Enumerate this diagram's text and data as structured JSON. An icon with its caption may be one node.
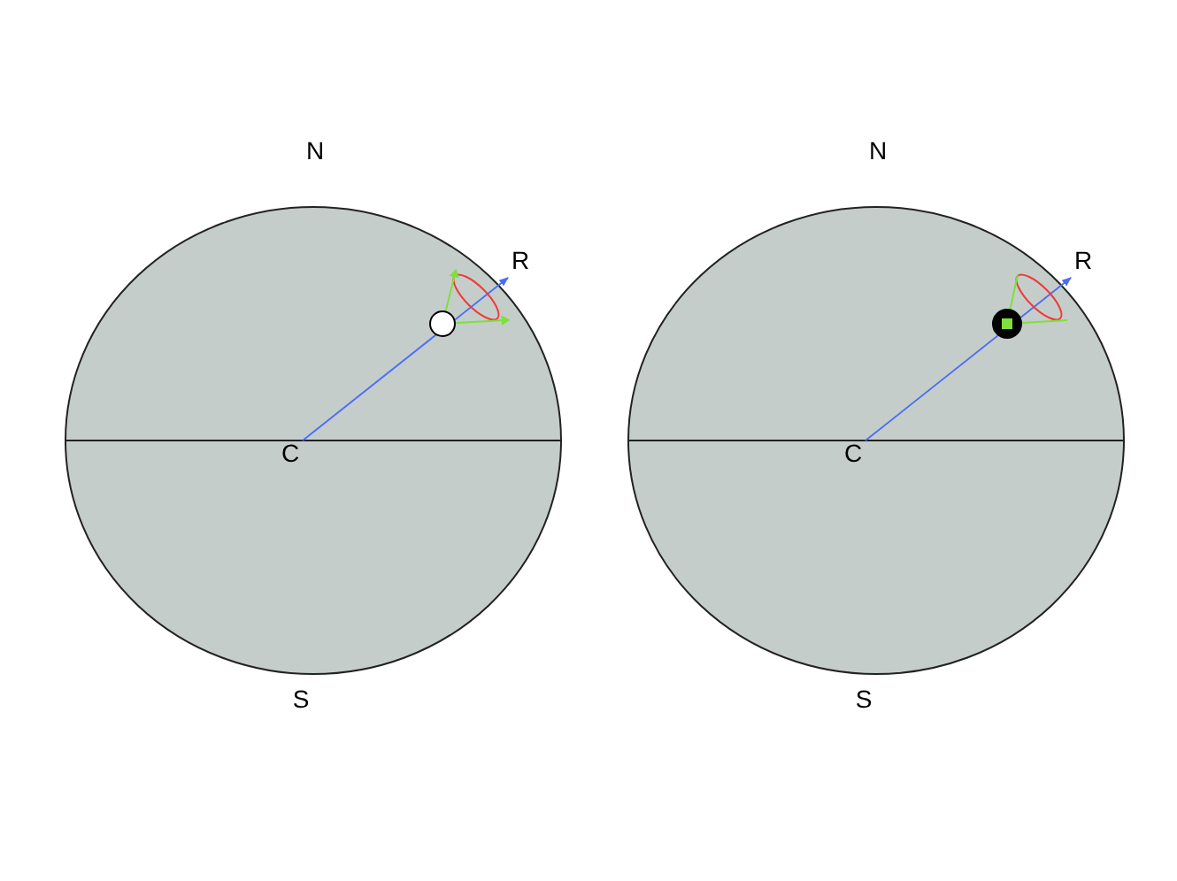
{
  "diagram": {
    "nodes": [
      {
        "text": [
          "C"
        ]
      },
      {
        "text": [
          "R"
        ]
      },
      {
        "text": [
          "C"
        ]
      },
      {
        "text": [
          "R"
        ]
      }
    ],
    "edges": [
      {
        "from": 0,
        "to": 1,
        "arrow": "to",
        "color": "#4a6cf7"
      },
      {
        "from": 2,
        "to": 3,
        "arrow": "to",
        "color": "#4a6cf7"
      }
    ],
    "labels": [
      "N",
      "S",
      "N",
      "S"
    ]
  }
}
